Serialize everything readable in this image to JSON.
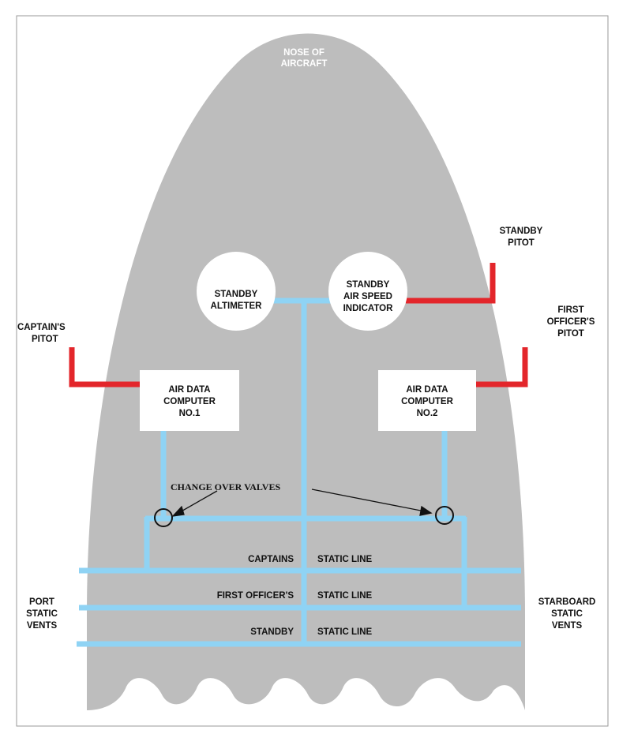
{
  "nose_label": [
    "NOSE OF",
    "AIRCRAFT"
  ],
  "instruments": {
    "standby_altimeter": [
      "STANDBY",
      "ALTIMETER"
    ],
    "standby_asi": [
      "STANDBY",
      "AIR SPEED",
      "INDICATOR"
    ]
  },
  "computers": {
    "adc1": [
      "AIR DATA",
      "COMPUTER",
      "NO.1"
    ],
    "adc2": [
      "AIR DATA",
      "COMPUTER",
      "NO.2"
    ]
  },
  "pitots": {
    "captain": [
      "CAPTAIN'S",
      "PITOT"
    ],
    "first_officer": [
      "FIRST",
      "OFFICER'S",
      "PITOT"
    ],
    "standby": [
      "STANDBY",
      "PITOT"
    ]
  },
  "valves_label": "CHANGE OVER VALVES",
  "static_lines": {
    "captains": [
      "CAPTAINS",
      "STATIC LINE"
    ],
    "first_officer": [
      "FIRST OFFICER'S",
      "STATIC LINE"
    ],
    "standby": [
      "STANDBY",
      "STATIC LINE"
    ]
  },
  "vents": {
    "port": [
      "PORT",
      "STATIC",
      "VENTS"
    ],
    "starboard": [
      "STARBOARD",
      "STATIC",
      "VENTS"
    ]
  },
  "colors": {
    "fuselage": "#bdbdbd",
    "static_line": "#8fd3f4",
    "pitot_line": "#e3262b",
    "background": "#ffffff"
  }
}
